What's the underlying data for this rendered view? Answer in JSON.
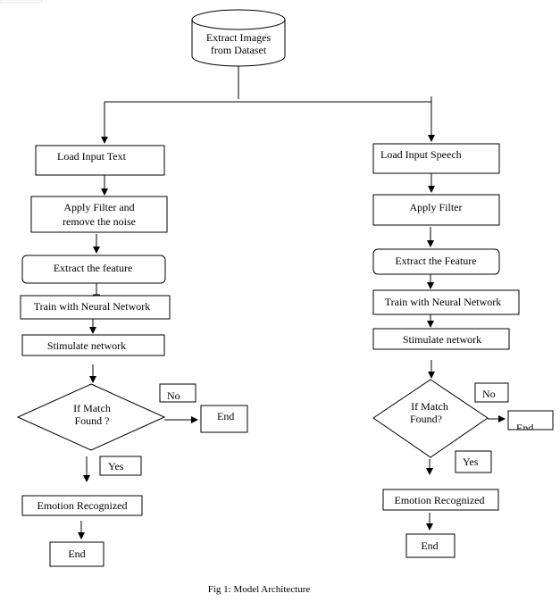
{
  "start": {
    "line1": "Extract Images",
    "line2": "from Dataset"
  },
  "left": {
    "load": "Load Input Text",
    "filter_line1": "Apply  Filter  and",
    "filter_line2": "remove  the  noise",
    "extract": "Extract the feature",
    "train": "Train with Neural Network",
    "stimulate": "Stimulate network",
    "decision_line1": "If Match",
    "decision_line2": "Found ?",
    "no": "No",
    "end_no": "End",
    "yes": "Yes",
    "emotion": "Emotion Recognized",
    "end": "End"
  },
  "right": {
    "load": "Load Input Speech",
    "filter": "Apply  Filter",
    "extract": "Extract the Feature",
    "train": "Train with Neural Network",
    "stimulate": "Stimulate network",
    "decision_line1": "If  Match",
    "decision_line2": "Found?",
    "no": "No",
    "end_no": "End",
    "yes": "Yes",
    "emotion": "Emotion Recognized",
    "end": "End"
  },
  "caption": "Fig 1: Model Architecture"
}
